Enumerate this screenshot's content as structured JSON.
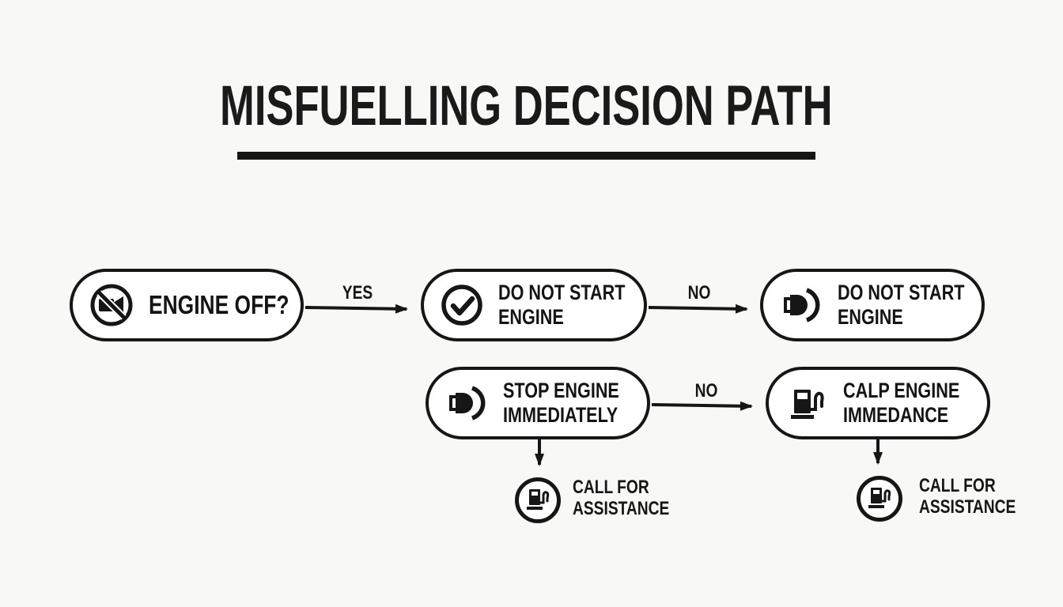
{
  "title": "MISFUELLING DECISION PATH",
  "colors": {
    "ink": "#161616",
    "background": "#f8f8f7",
    "node_fill": "#ffffff"
  },
  "nodes": {
    "engine_off": {
      "label": "ENGINE OFF?",
      "icon": "no-engine-icon"
    },
    "do_not_start_top": {
      "line1": "DO NOT START",
      "line2": "ENGINE",
      "icon": "check-circle-icon"
    },
    "do_not_start_right": {
      "line1": "DO NOT START",
      "line2": "ENGINE",
      "icon": "fuel-nozzle-icon"
    },
    "stop_engine": {
      "line1": "STOP ENGINE",
      "line2": "IMMEDIATELY",
      "icon": "fuel-nozzle-icon"
    },
    "calp_engine": {
      "line1": "CALP ENGINE",
      "line2": "IMMEDANCE",
      "icon": "fuel-pump-icon"
    },
    "call_assistance_left": {
      "line1": "CALL FOR",
      "line2": "ASSISTANCE",
      "icon": "fuel-pump-circle-icon"
    },
    "call_assistance_right": {
      "line1": "CALL FOR",
      "line2": "ASSISTANCE",
      "icon": "fuel-pump-circle-icon"
    }
  },
  "edges": {
    "yes": "YES",
    "no_top": "NO",
    "no_bottom": "NO"
  }
}
